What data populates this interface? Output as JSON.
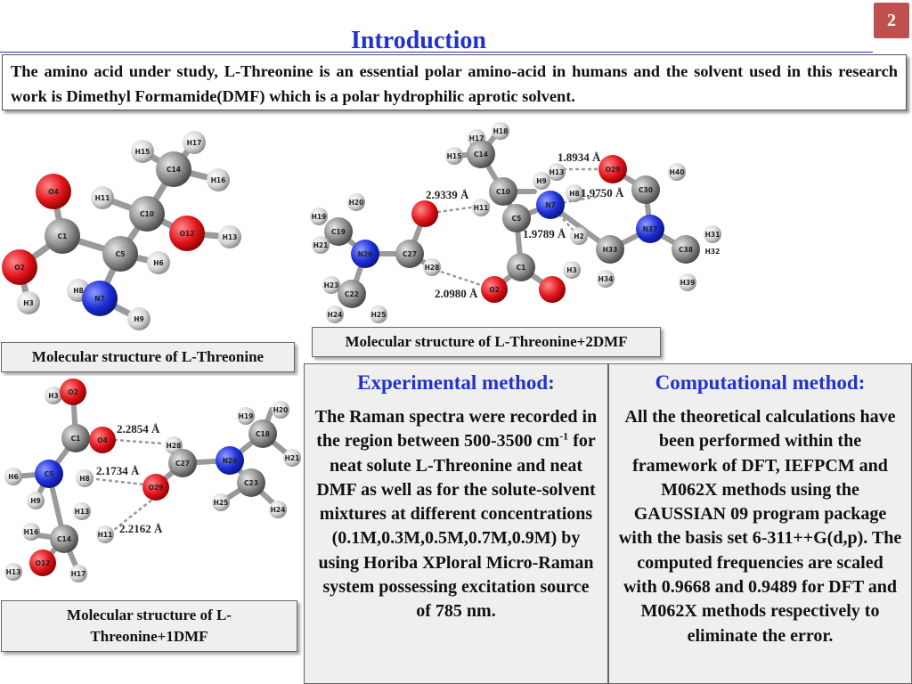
{
  "slide_number": "2",
  "title": "Introduction",
  "intro_text": "The amino acid under study, L-Threonine is an essential polar amino-acid in humans and the solvent used in this research work is Dimethyl Formamide(DMF) which is a polar hydrophilic aprotic solvent.",
  "captions": {
    "thr": "Molecular structure of L-Threonine",
    "thr2dmf": "Molecular structure of L-Threonine+2DMF",
    "thr1dmf": "Molecular structure of L-Threonine+1DMF"
  },
  "experimental": {
    "heading": "Experimental method:",
    "text_before": "The Raman spectra were recorded in the region between 500-3500 cm",
    "sup": "-1",
    "text_after": " for neat solute L-Threonine and neat DMF as well as for the solute-solvent mixtures at different concentrations (0.1M,0.3M,0.5M,0.7M,0.9M) by using Horiba XPloral Micro-Raman system possessing excitation source of 785 nm."
  },
  "computational": {
    "heading": "Computational method:",
    "text": "All the theoretical calculations have been performed within the framework of DFT, IEFPCM and M062X methods using the GAUSSIAN 09 program package with the basis set 6-311++G(d,p). The computed frequencies are scaled with 0.9668 and 0.9489 for DFT and M062X methods respectively to eliminate the error."
  },
  "molecules": {
    "thr_labels": [
      "H15",
      "H17",
      "C14",
      "H16",
      "O4",
      "H11",
      "C10",
      "O12",
      "H13",
      "C1",
      "C5",
      "H6",
      "O2",
      "H8",
      "N7",
      "H3",
      "H9"
    ],
    "thr2dmf_labels": [
      "H18",
      "H17",
      "C14",
      "H15",
      "H13",
      "O29",
      "H9",
      "C10",
      "H11",
      "C5",
      "N7",
      "H8",
      "C30",
      "H40",
      "H19",
      "H20",
      "C19",
      "H21",
      "C27",
      "N26",
      "H28",
      "H31",
      "H2",
      "H34",
      "C22",
      "H23",
      "C1",
      "O2",
      "H3",
      "C38",
      "H39",
      "N37",
      "H33",
      "H32",
      "H25",
      "H24"
    ],
    "thr2dmf_distances": [
      "1.8934 Å",
      "2.9339 Å",
      "1.9750 Å",
      "1.9789 Å",
      "2.0980 Å"
    ],
    "thr1dmf_labels": [
      "H3",
      "O2",
      "C1",
      "O4",
      "H28",
      "H19",
      "C18",
      "C5",
      "H8",
      "C27",
      "N26",
      "H20",
      "H21",
      "H6",
      "H9",
      "O29",
      "C23",
      "H13",
      "H25",
      "H24",
      "C14",
      "H11",
      "H16",
      "O12",
      "H13",
      "H17"
    ],
    "thr1dmf_distances": [
      "2.2854 Å",
      "2.1734 Å",
      "2.2162 Å"
    ]
  },
  "colors": {
    "title": "#2233cc",
    "slide_badge": "#c0504d",
    "oxygen": "#e0141b",
    "nitrogen": "#1d2fd8",
    "carbon": "#8a8a8a",
    "hydrogen": "#d6d6d6"
  }
}
